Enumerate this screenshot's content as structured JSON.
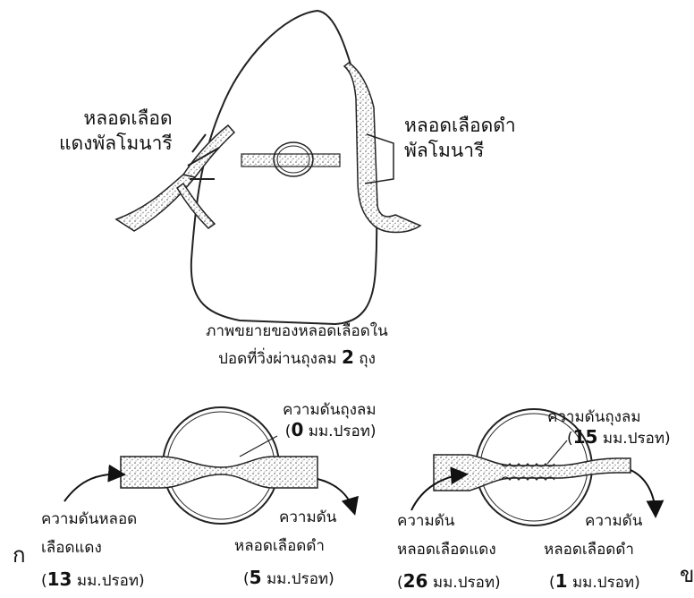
{
  "top": {
    "artery_label": [
      "หลอดเลือด",
      "แดงพัลโมนารี"
    ],
    "vein_label": [
      "หลอดเลือดดำ",
      "พัลโมนารี"
    ]
  },
  "caption": {
    "line1": "ภาพขยายของหลอดเลือดใน",
    "line2_pre": "ปอดที่วิ่งผ่านถุงลม ",
    "line2_num": "2",
    "line2_post": " ถุง"
  },
  "panel_a": {
    "letter": "ก",
    "alveolar": {
      "label": "ความดันถุงลม",
      "open": "(",
      "value": "0",
      "unit": " มม.ปรอท)"
    },
    "arterial": {
      "line1": "ความดันหลอด",
      "line2": "เลือดแดง",
      "open": "(",
      "value": "13",
      "unit": " มม.ปรอท)"
    },
    "venous": {
      "line1": "ความดัน",
      "line2": "หลอดเลือดดำ",
      "open": "(",
      "value": "5",
      "unit": " มม.ปรอท)"
    }
  },
  "panel_b": {
    "letter": "ข",
    "alveolar": {
      "label": "ความดันถุงลม",
      "open": "(",
      "value": "15",
      "unit": " มม.ปรอท)"
    },
    "arterial": {
      "line1": "ความดัน",
      "line2": "หลอดเลือดแดง",
      "open": "(",
      "value": "26",
      "unit": " มม.ปรอท)"
    },
    "venous": {
      "line1": "ความดัน",
      "line2": "หลอดเลือดดำ",
      "open": "(",
      "value": "1",
      "unit": " มม.ปรอท)"
    }
  }
}
